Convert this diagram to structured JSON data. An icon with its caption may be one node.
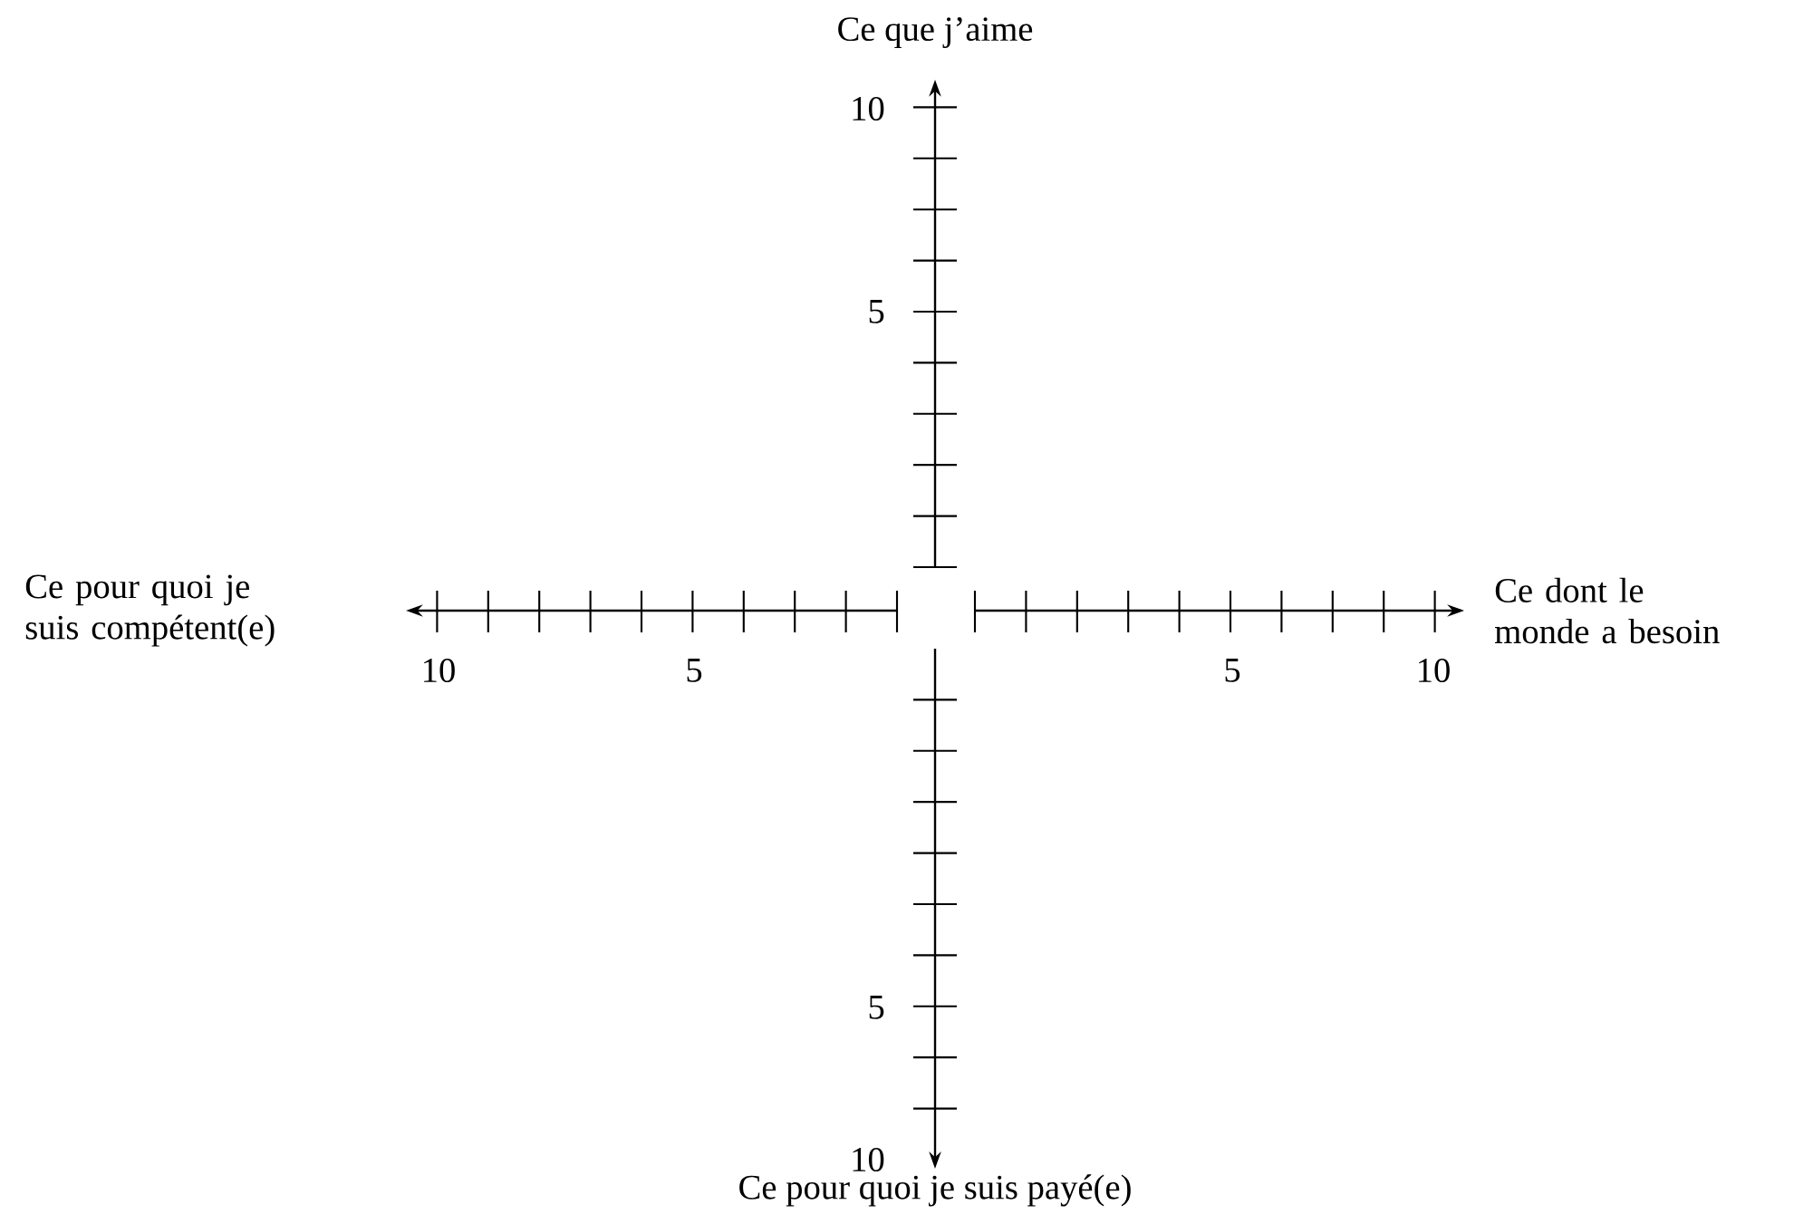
{
  "diagram": {
    "labels": [
      "Ce que j’aime",
      "10",
      "5",
      "Ce pour quoi je suis compétent(e)",
      "Ce dont le monde a besoin",
      "10",
      "5",
      "5",
      "10",
      "5",
      "10",
      "Ce pour quoi je suis payé(e)"
    ]
  }
}
